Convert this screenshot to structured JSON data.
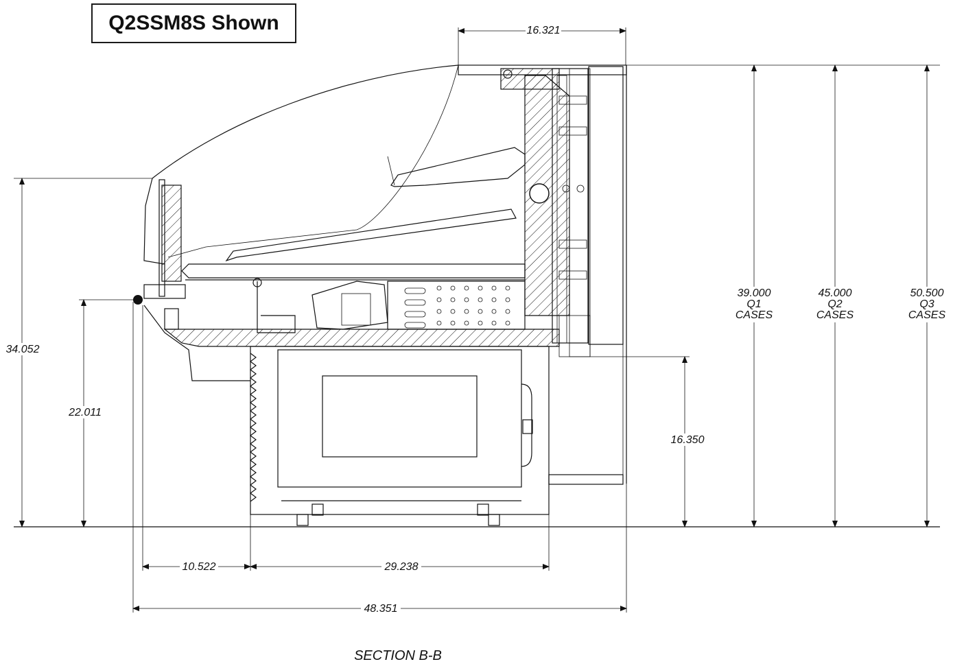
{
  "title": "Q2SSM8S Shown",
  "caption": "SECTION B-B",
  "dimensions": {
    "top_depth": "16.321",
    "overall_height_left": "34.052",
    "front_height": "22.011",
    "rear_height": "16.350",
    "front_offset": "10.522",
    "base_width": "29.238",
    "overall_depth": "48.351"
  },
  "case_heights": [
    {
      "value": "39.000",
      "model": "Q1",
      "unit": "CASES"
    },
    {
      "value": "45.000",
      "model": "Q2",
      "unit": "CASES"
    },
    {
      "value": "50.500",
      "model": "Q3",
      "unit": "CASES"
    }
  ]
}
